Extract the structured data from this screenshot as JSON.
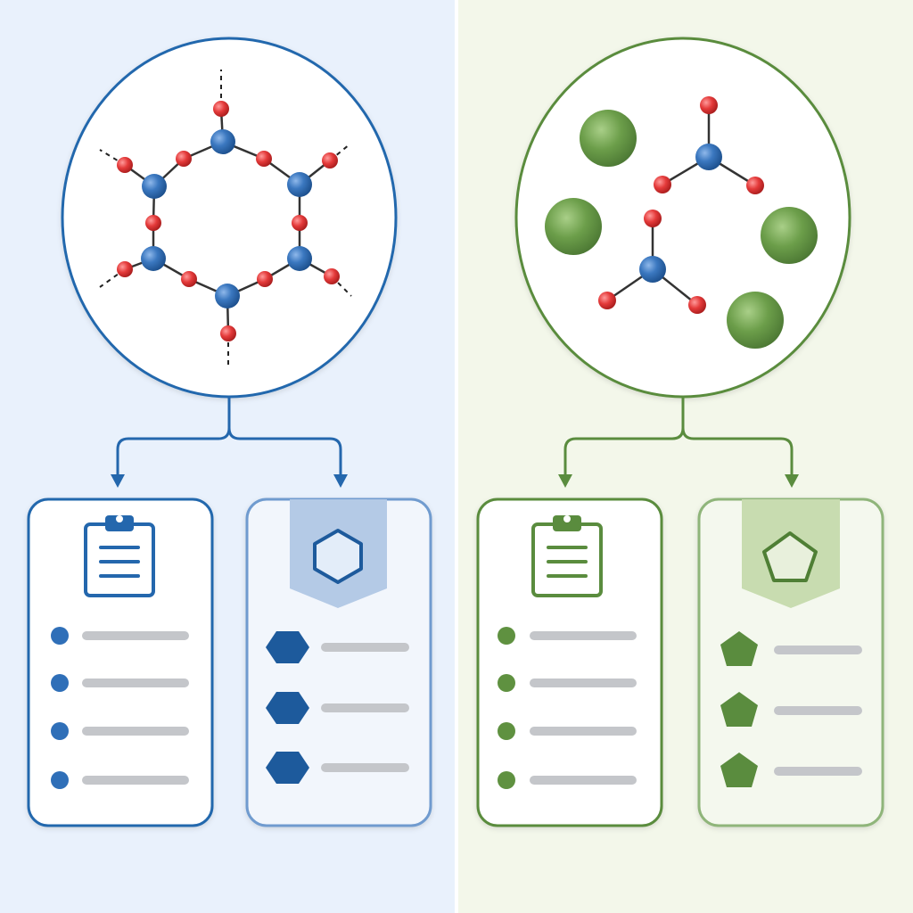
{
  "colors": {
    "left_bg": "#e9f1fc",
    "right_bg": "#f3f7ea",
    "blue": "#2467ad",
    "blue_dark": "#1d5a9c",
    "blue_light": "#b4cae6",
    "green": "#5a8c3e",
    "green_dark": "#4f7f35",
    "green_light": "#c8dcb0",
    "oxygen": "#e43a3a",
    "ion": "#6c9e4a",
    "text_line": "#c4c6ca"
  },
  "panels": [
    {
      "id": "left",
      "theme": "blue",
      "structure": "hexagon-ring",
      "properties_card": {
        "icon": "clipboard-icon",
        "item_count": 4
      },
      "shape_card": {
        "icon": "hexagon-icon",
        "item_shape": "hexagon",
        "item_count": 3
      }
    },
    {
      "id": "right",
      "theme": "green",
      "structure": "ions-and-molecules",
      "properties_card": {
        "icon": "clipboard-icon",
        "item_count": 4
      },
      "shape_card": {
        "icon": "pentagon-icon",
        "item_shape": "pentagon",
        "item_count": 3
      }
    }
  ]
}
